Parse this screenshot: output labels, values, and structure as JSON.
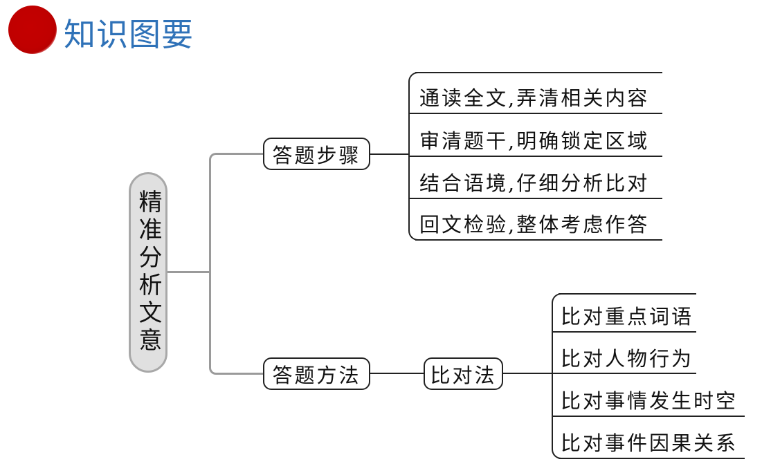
{
  "header": {
    "logo_icon": "red-ink-circle-icon",
    "title": "知识图要",
    "title_color": "#2f72b8",
    "logo_color": "#c00000"
  },
  "mindmap": {
    "root": {
      "label": "精准分析文意"
    },
    "branches": [
      {
        "label": "答题步骤",
        "children": [
          "通读全文,弄清相关内容",
          "审清题干,明确锁定区域",
          "结合语境,仔细分析比对",
          "回文检验,整体考虑作答"
        ]
      },
      {
        "label": "答题方法",
        "sub": {
          "label": "比对法",
          "children": [
            "比对重点词语",
            "比对人物行为",
            "比对事情发生时空",
            "比对事件因果关系"
          ]
        }
      }
    ]
  }
}
